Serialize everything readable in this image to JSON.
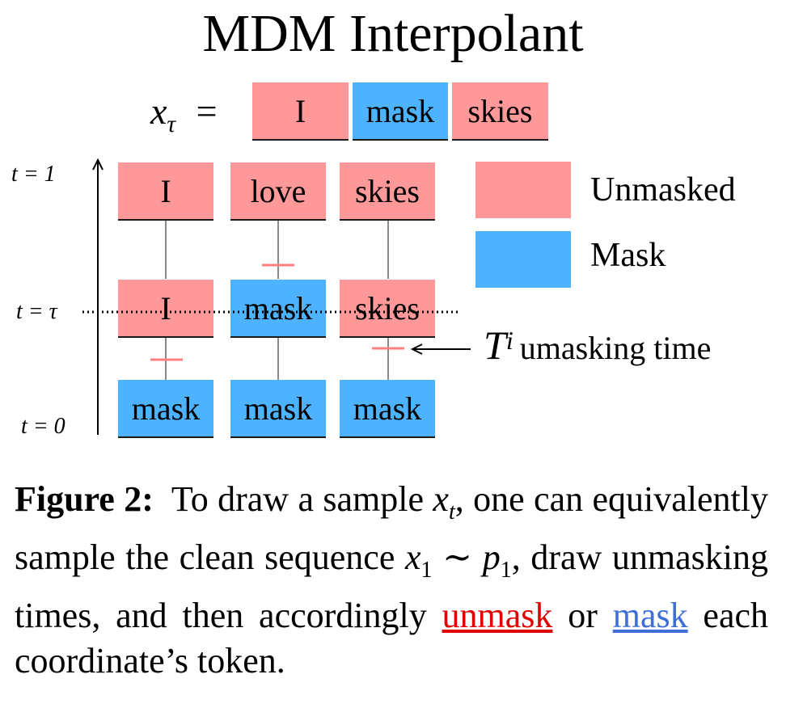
{
  "title": "MDM Interpolant",
  "xtau_label": "x",
  "xtau_sub": "τ",
  "xtau_eq": "=",
  "xtau_tokens": [
    {
      "text": "I",
      "state": "unmasked"
    },
    {
      "text": "mask",
      "state": "mask"
    },
    {
      "text": "skies",
      "state": "unmasked"
    }
  ],
  "rows": {
    "t1": [
      {
        "text": "I",
        "state": "unmasked"
      },
      {
        "text": "love",
        "state": "unmasked"
      },
      {
        "text": "skies",
        "state": "unmasked"
      }
    ],
    "ttau": [
      {
        "text": "I",
        "state": "unmasked"
      },
      {
        "text": "mask",
        "state": "mask"
      },
      {
        "text": "skies",
        "state": "unmasked"
      }
    ],
    "t0": [
      {
        "text": "mask",
        "state": "mask"
      },
      {
        "text": "mask",
        "state": "mask"
      },
      {
        "text": "mask",
        "state": "mask"
      }
    ]
  },
  "time_labels": {
    "t1": "t = 1",
    "ttau": "t = τ",
    "t0": "t = 0"
  },
  "legend": {
    "unmasked": "Unmasked",
    "mask": "Mask"
  },
  "annotation": {
    "symbol": "T",
    "superscript": "i",
    "text": "umasking time"
  },
  "colors": {
    "unmasked": "#ff9999",
    "mask": "#4db3ff",
    "mark": "#ff8080"
  },
  "caption": {
    "label": "Figure 2:",
    "text1": "To draw a sample",
    "m_xt": "x",
    "m_xt_sub": "t",
    "text2": ", one can equivalently sample the clean sequence",
    "m_x1": "x",
    "m_x1_sub": "1",
    "sim": "∼",
    "m_p1": "p",
    "m_p1_sub": "1",
    "text3": ", draw unmasking times, and then accordingly",
    "link_unmask": "unmask",
    "text4": "or",
    "link_mask": "mask",
    "text5": "each coordinate’s token."
  }
}
